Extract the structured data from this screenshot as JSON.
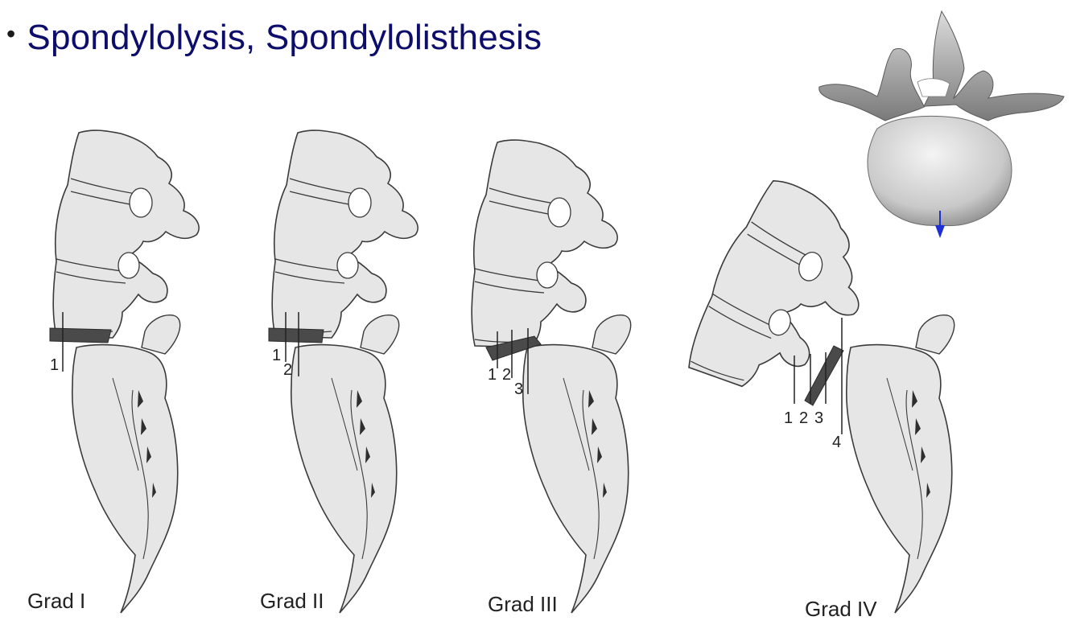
{
  "slide": {
    "bullet": "•",
    "title": "Spondylolysis, Spondylolisthesis"
  },
  "grades": [
    {
      "label": "Grad I",
      "markers": [
        "1"
      ]
    },
    {
      "label": "Grad II",
      "markers": [
        "1",
        "2"
      ]
    },
    {
      "label": "Grad III",
      "markers": [
        "1",
        "2",
        "3"
      ]
    },
    {
      "label": "Grad IV",
      "markers": [
        "1",
        "2",
        "3",
        "4"
      ]
    }
  ],
  "colors": {
    "title": "#0d0d6b",
    "bone_fill": "#e6e6e6",
    "bone_stroke": "#3a3a3a",
    "slip_shade": "#4a4a4a",
    "arrow": "#1e2fd6"
  },
  "icons": {
    "vertebra_render": "vertebra-top-view-icon",
    "arrow": "arrow-down-icon"
  }
}
